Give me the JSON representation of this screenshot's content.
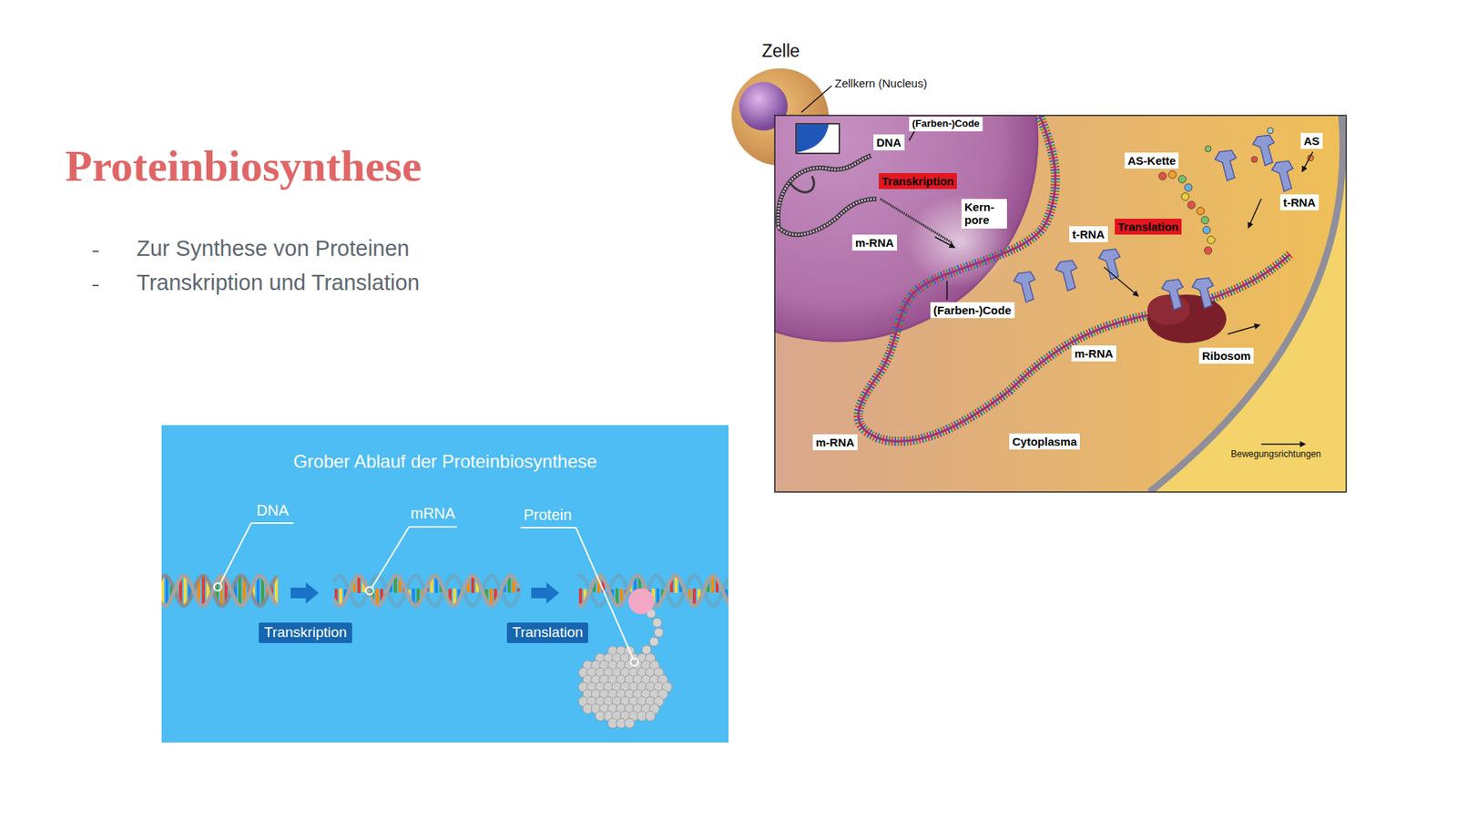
{
  "diagram": {
    "title": "Proteinbiosynthese",
    "nodes": [
      {
        "text": [
          "Grober Ablauf der Proteinbiosynthese"
        ]
      },
      {
        "text": [
          "Transkription"
        ],
        "in": 0
      },
      {
        "text": [
          "Translation"
        ],
        "in": 0
      },
      {
        "text": [
          "(Farben-)Code"
        ]
      },
      {
        "text": [
          "DNA"
        ]
      },
      {
        "text": [
          "Transkription"
        ]
      },
      {
        "text": [
          "Kern- pore"
        ]
      },
      {
        "text": [
          "m-RNA"
        ]
      },
      {
        "text": [
          "(Farben-)Code"
        ]
      },
      {
        "text": [
          "AS-Kette"
        ]
      },
      {
        "text": [
          "AS"
        ]
      },
      {
        "text": [
          "t-RNA"
        ]
      },
      {
        "text": [
          "t-RNA"
        ]
      },
      {
        "text": [
          "Translation"
        ]
      },
      {
        "text": [
          "m-RNA"
        ]
      },
      {
        "text": [
          "Ribosom"
        ]
      },
      {
        "text": [
          "m-RNA"
        ]
      },
      {
        "text": [
          "Cytoplasma"
        ]
      }
    ],
    "labels": [
      "Zur Synthese von Proteinen",
      "Transkription und Translation",
      "DNA",
      "mRNA",
      "Protein",
      "Zelle",
      "Zellkern (Nucleus)",
      "Bewegungsrichtungen"
    ]
  }
}
